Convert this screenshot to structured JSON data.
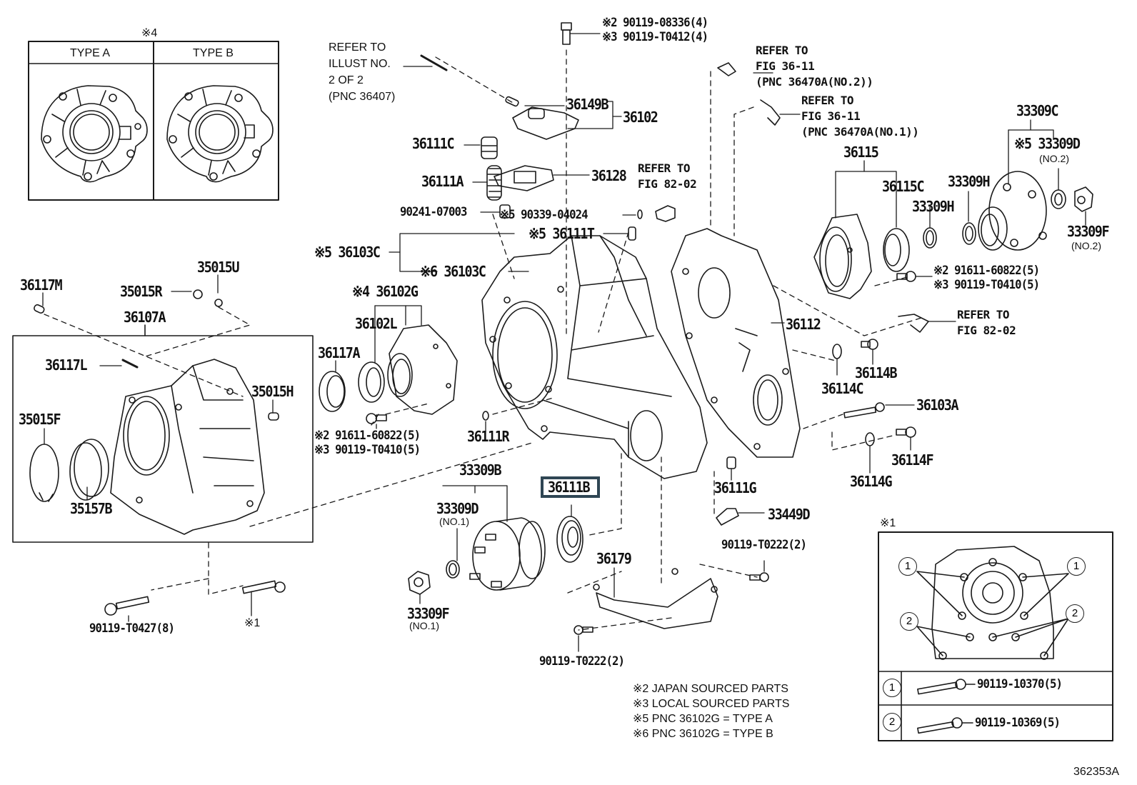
{
  "figure_id": "362353A",
  "highlighted_part": "36111B",
  "type_inset": {
    "marker": "※4",
    "columns": [
      "TYPE A",
      "TYPE B"
    ]
  },
  "callouts": {
    "p36149B": "36149B",
    "p36102": "36102",
    "p36111C": "36111C",
    "p36111A": "36111A",
    "p36128": "36128",
    "p90241": "90241-07003",
    "p90339": "※5 90339-04024",
    "p36111T": "※5 36111T",
    "p36103C_5": "※5 36103C",
    "p36103C_6": "※6 36103C",
    "p36102G": "※4 36102G",
    "p36102L": "36102L",
    "p36117A": "36117A",
    "p36117M": "36117M",
    "p35015R": "35015R",
    "p35015U": "35015U",
    "p36107A": "36107A",
    "p36117L": "36117L",
    "p35015H": "35015H",
    "p35015F": "35015F",
    "p35157B": "35157B",
    "p36111R": "36111R",
    "p33309B": "33309B",
    "p33309D_1": "33309D",
    "p33309D_1_sub": "(NO.1)",
    "p33309F_1": "33309F",
    "p33309F_1_sub": "(NO.1)",
    "p36111B": "36111B",
    "p36179": "36179",
    "p36111G": "36111G",
    "p33449D": "33449D",
    "p90119T0222_a": "90119-T0222(2)",
    "p90119T0222_b": "90119-T0222(2)",
    "p36112": "36112",
    "p36115": "36115",
    "p36115C": "36115C",
    "p33309H_a": "33309H",
    "p33309H_b": "33309H",
    "p33309C": "33309C",
    "p33309D_2": "※5 33309D",
    "p33309D_2_sub": "(NO.2)",
    "p33309F_2": "33309F",
    "p33309F_2_sub": "(NO.2)",
    "p36114B": "36114B",
    "p36114C": "36114C",
    "p36103A": "36103A",
    "p36114F": "36114F",
    "p36114G": "36114G",
    "p90119T0427": "90119-T0427(8)",
    "mark1": "※1"
  },
  "bolt_groups": {
    "top_bolt": [
      "※2 90119-08336(4)",
      "※3 90119-T0412(4)"
    ],
    "left_bolt": [
      "※2 91611-60822(5)",
      "※3 90119-T0410(5)"
    ],
    "right_bolt": [
      "※2 91611-60822(5)",
      "※3 90119-T0410(5)"
    ]
  },
  "references": {
    "illust": [
      "REFER TO",
      "ILLUST NO.",
      "2 OF 2",
      "(PNC 36407)"
    ],
    "fig8202_top": [
      "REFER TO",
      "FIG 82-02"
    ],
    "fig3611_no2": [
      "REFER TO",
      "FIG 36-11",
      "(PNC 36470A(NO.2))"
    ],
    "fig3611_no1": [
      "REFER TO",
      "FIG 36-11",
      "(PNC 36470A(NO.1))"
    ],
    "fig8202_right": [
      "REFER TO",
      "FIG 82-02"
    ]
  },
  "bolt_inset": {
    "marker": "※1",
    "rows": [
      {
        "key": "1",
        "part": "90119-10370(5)"
      },
      {
        "key": "2",
        "part": "90119-10369(5)"
      }
    ]
  },
  "notes": [
    "※2 JAPAN SOURCED PARTS",
    "※3 LOCAL SOURCED PARTS",
    "※5 PNC 36102G = TYPE A",
    "※6 PNC 36102G = TYPE B"
  ]
}
